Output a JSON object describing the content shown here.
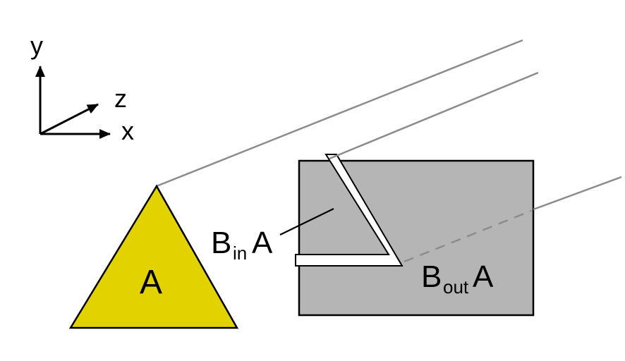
{
  "figure": {
    "axes": {
      "x_label": "x",
      "y_label": "y",
      "z_label": "z"
    },
    "triangle_label": "A",
    "b_in_label": {
      "base": "B",
      "subscript": "in",
      "operand": "A"
    },
    "b_out_label": {
      "base": "B",
      "subscript": "out",
      "operand": "A"
    },
    "colors": {
      "triangle_fill": "#e2d200",
      "block_fill": "#b5b5b5",
      "sweep_line": "#8c8c8c",
      "outline": "#000000"
    }
  }
}
